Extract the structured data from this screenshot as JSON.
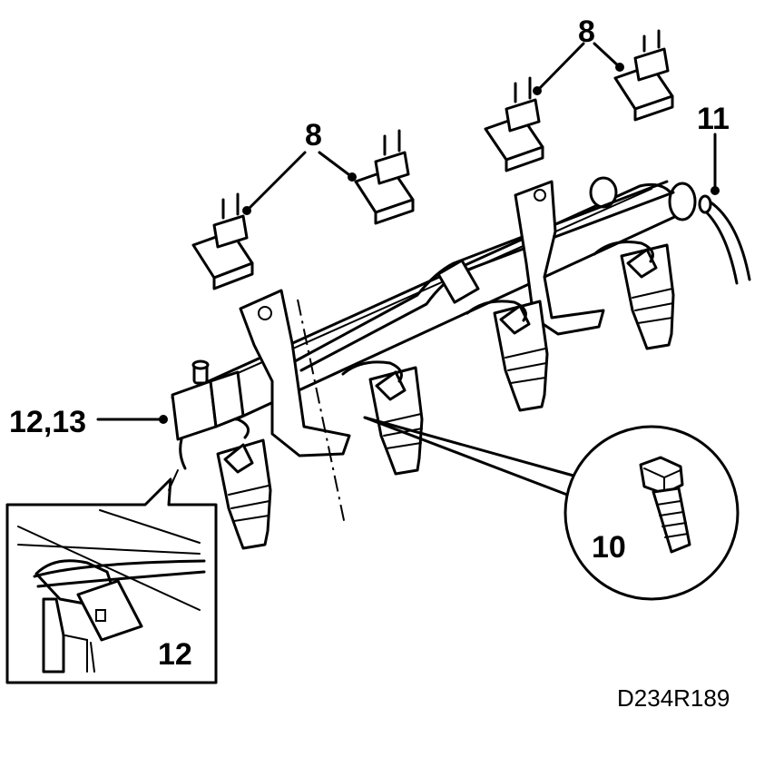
{
  "labels": {
    "connector_top_right": "8",
    "connector_top_left": "8",
    "hose": "11",
    "rail_bracket": "12,13",
    "bolt": "10",
    "inset_detail": "12"
  },
  "drawing_code": "D234R189"
}
